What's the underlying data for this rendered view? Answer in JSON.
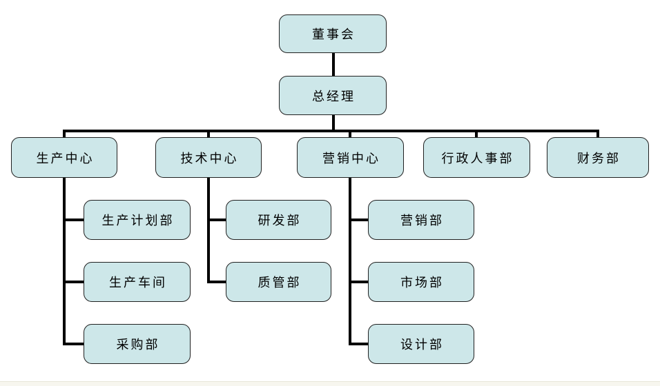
{
  "org": {
    "title": "company-organization-chart",
    "root": {
      "label": "董事会"
    },
    "general_manager": {
      "label": "总经理"
    },
    "centers": [
      {
        "label": "生产中心",
        "children": [
          {
            "label": "生产计划部"
          },
          {
            "label": "生产车间"
          },
          {
            "label": "采购部"
          }
        ]
      },
      {
        "label": "技术中心",
        "children": [
          {
            "label": "研发部"
          },
          {
            "label": "质管部"
          }
        ]
      },
      {
        "label": "营销中心",
        "children": [
          {
            "label": "营销部"
          },
          {
            "label": "市场部"
          },
          {
            "label": "设计部"
          }
        ]
      },
      {
        "label": "行政人事部",
        "children": []
      },
      {
        "label": "财务部",
        "children": []
      }
    ]
  },
  "theme": {
    "node_fill": "#cde7e9",
    "node_border": "#1f1f1f",
    "connector_color": "#000000",
    "text_color": "#000000",
    "footer_strip": "#f7f6ef",
    "footer_line": "#e8e6d9",
    "page_bg": "#ffffff"
  }
}
